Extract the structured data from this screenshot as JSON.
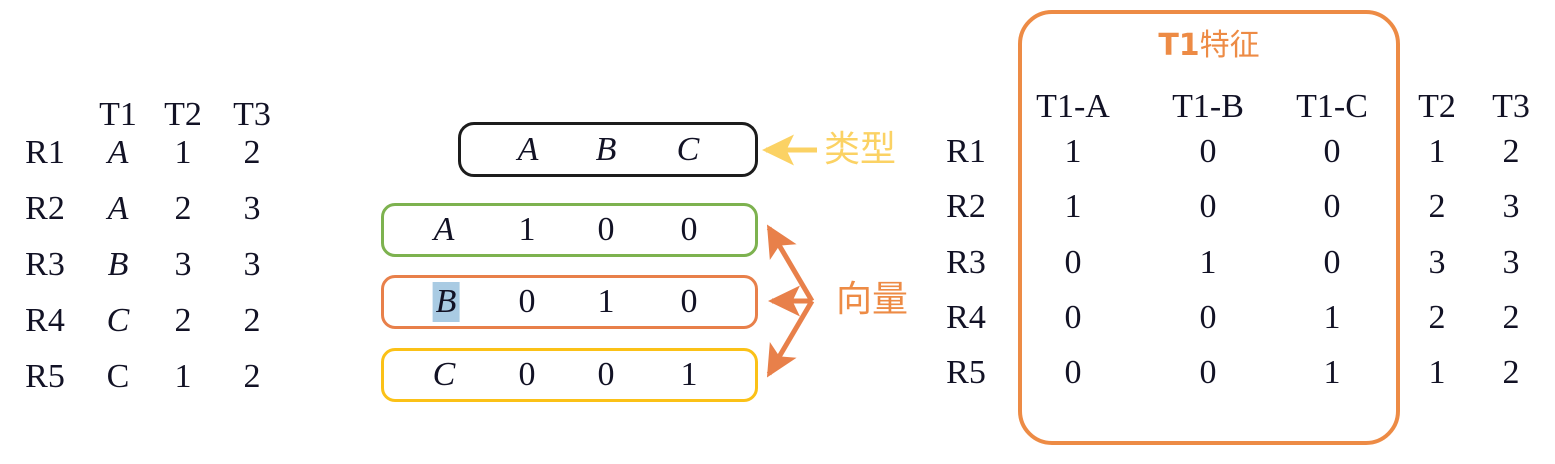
{
  "left_table": {
    "name": "original-table",
    "corner": "",
    "columns": [
      "T1",
      "T2",
      "T3"
    ],
    "rows": [
      {
        "label": "R1",
        "values": [
          "A",
          "1",
          "2"
        ],
        "cat_italic": true
      },
      {
        "label": "R2",
        "values": [
          "A",
          "2",
          "3"
        ],
        "cat_italic": true
      },
      {
        "label": "R3",
        "values": [
          "B",
          "3",
          "3"
        ],
        "cat_italic": true
      },
      {
        "label": "R4",
        "values": [
          "C",
          "2",
          "2"
        ],
        "cat_italic": true
      },
      {
        "label": "R5",
        "values": [
          "C",
          "1",
          "2"
        ],
        "cat_italic": false
      }
    ]
  },
  "middle": {
    "type_box": {
      "values": [
        "A",
        "B",
        "C"
      ],
      "border_color": "#1c1c1c"
    },
    "vector_rows": [
      {
        "category": "A",
        "values": [
          "1",
          "0",
          "0"
        ],
        "border_color": "#7DB24F",
        "highlight": false
      },
      {
        "category": "B",
        "values": [
          "0",
          "1",
          "0"
        ],
        "border_color": "#E8804A",
        "highlight": true
      },
      {
        "category": "C",
        "values": [
          "0",
          "0",
          "1"
        ],
        "border_color": "#FBC117",
        "highlight": false
      }
    ],
    "labels": {
      "type": "类型",
      "vector": "向量"
    },
    "colors": {
      "type_label": "#FBD264",
      "vector_label": "#ED8B45",
      "highlight": "#A9CBE3"
    }
  },
  "right_table": {
    "name": "encoded-table",
    "group_label_bold": "T1",
    "group_label_rest": "特征",
    "group_color": "#ED8B45",
    "encoded_columns": [
      "T1-A",
      "T1-B",
      "T1-C"
    ],
    "other_columns": [
      "T2",
      "T3"
    ],
    "rows": [
      {
        "label": "R1",
        "encoded": [
          "1",
          "0",
          "0"
        ],
        "other": [
          "1",
          "2"
        ]
      },
      {
        "label": "R2",
        "encoded": [
          "1",
          "0",
          "0"
        ],
        "other": [
          "2",
          "3"
        ]
      },
      {
        "label": "R3",
        "encoded": [
          "0",
          "1",
          "0"
        ],
        "other": [
          "3",
          "3"
        ]
      },
      {
        "label": "R4",
        "encoded": [
          "0",
          "0",
          "1"
        ],
        "other": [
          "2",
          "2"
        ]
      },
      {
        "label": "R5",
        "encoded": [
          "0",
          "0",
          "1"
        ],
        "other": [
          "1",
          "2"
        ]
      }
    ]
  }
}
